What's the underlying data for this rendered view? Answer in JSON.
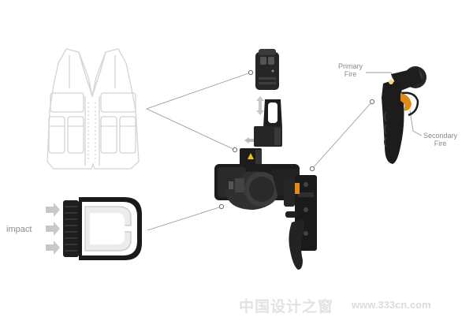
{
  "labels": {
    "impact": "impact",
    "primary_fire_line1": "Primary",
    "primary_fire_line2": "Fire",
    "secondary_fire_line1": "Secondary",
    "secondary_fire_line2": "Fire"
  },
  "watermark": {
    "chinese": "中国设计之窗",
    "url": "www.333cn.com"
  },
  "colors": {
    "background": "#ffffff",
    "outline": "#d4d4d4",
    "dark": "#1a1a1a",
    "connector": "#9a9a9a",
    "accent_orange": "#e08a1a",
    "warning_yellow": "#f2c200"
  }
}
